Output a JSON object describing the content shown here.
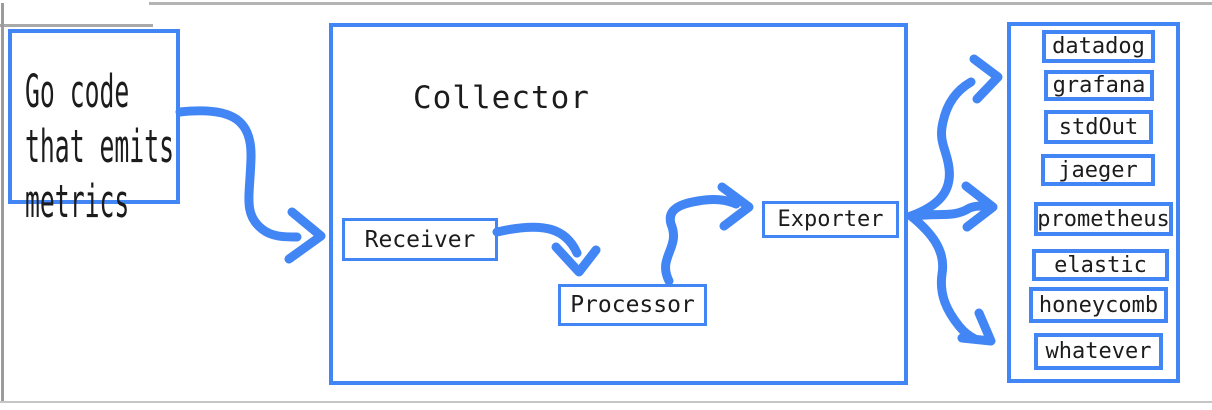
{
  "colors": {
    "accent_blue": "#4285F4",
    "text": "#1c1c1c",
    "chrome_gray": "#aaaaaa"
  },
  "source": {
    "lines": [
      "Go code",
      "that emits",
      "metrics"
    ]
  },
  "collector": {
    "title": "Collector",
    "stages": [
      {
        "label": "Receiver"
      },
      {
        "label": "Processor"
      },
      {
        "label": "Exporter"
      }
    ]
  },
  "destinations": {
    "items": [
      {
        "label": "datadog"
      },
      {
        "label": "grafana"
      },
      {
        "label": "stdOut"
      },
      {
        "label": "jaeger"
      },
      {
        "label": "prometheus"
      },
      {
        "label": "elastic"
      },
      {
        "label": "honeycomb"
      },
      {
        "label": "whatever"
      }
    ]
  }
}
